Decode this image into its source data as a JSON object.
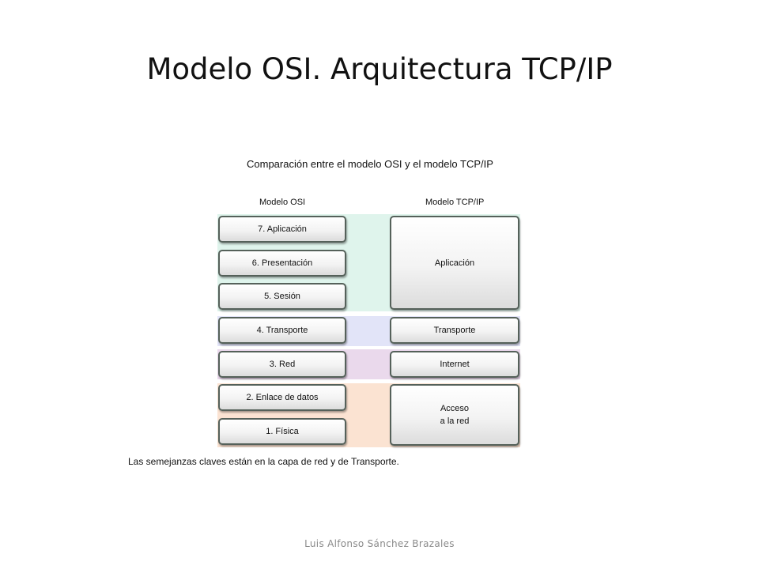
{
  "slide": {
    "title": "Modelo OSI. Arquitectura TCP/IP",
    "author": "Luis Alfonso Sánchez Brazales"
  },
  "diagram": {
    "caption": "Comparación entre el modelo OSI y el modelo TCP/IP",
    "osi_header": "Modelo OSI",
    "tcp_header": "Modelo TCP/IP",
    "osi_layers": [
      "7. Aplicación",
      "6. Presentación",
      "5. Sesión",
      "4. Transporte",
      "3. Red",
      "2. Enlace de datos",
      "1. Física"
    ],
    "tcp_layers": {
      "application": "Aplicación",
      "transport": "Transporte",
      "internet": "Internet",
      "network_access_line1": "Acceso",
      "network_access_line2": "a la red"
    },
    "band_colors": {
      "application": "#dff4ec",
      "transport": "#e2e4f8",
      "internet": "#ead9ec",
      "network_access": "#fbe3d2"
    },
    "footnote": "Las semejanzas claves están en la capa de red y de Transporte."
  }
}
